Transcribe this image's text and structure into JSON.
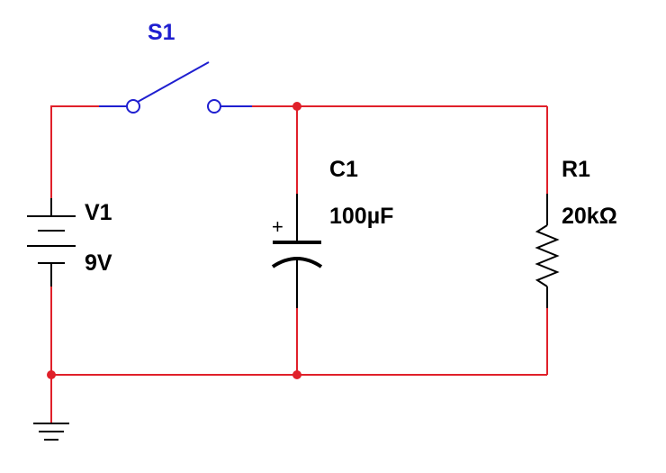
{
  "components": {
    "switch": {
      "ref": "S1"
    },
    "battery": {
      "ref": "V1",
      "value": "9V"
    },
    "capacitor": {
      "ref": "C1",
      "value": "100µF",
      "polarity_mark": "+"
    },
    "resistor": {
      "ref": "R1",
      "value": "20kΩ"
    },
    "ground": {}
  },
  "colors": {
    "wire": "#e0202a",
    "lead": "#1f1fd0",
    "component": "#000000",
    "junction": "#e0202a",
    "switch_label": "#1f1fd0"
  }
}
